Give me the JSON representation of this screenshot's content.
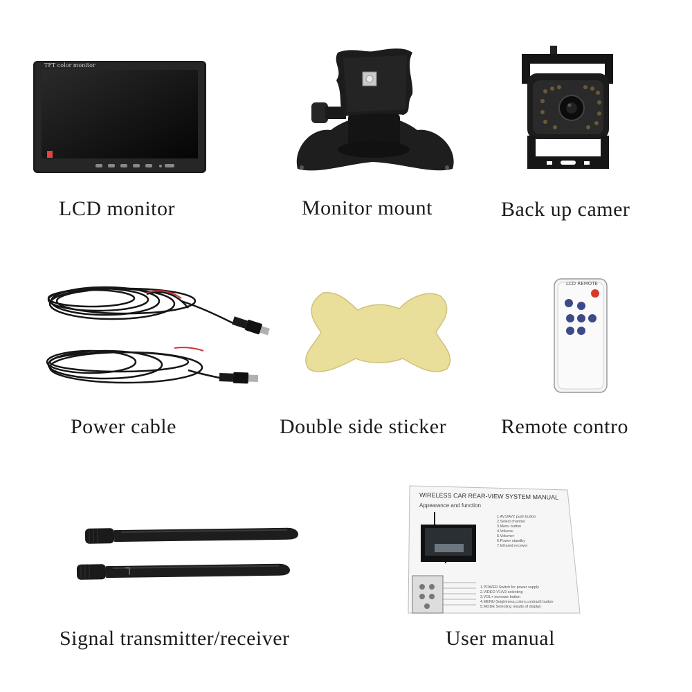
{
  "items": {
    "lcd_monitor": {
      "label": "LCD monitor",
      "screen_text": "TFT color monitor"
    },
    "monitor_mount": {
      "label": "Monitor mount"
    },
    "backup_camera": {
      "label": "Back up camer"
    },
    "power_cable": {
      "label": "Power cable"
    },
    "sticker": {
      "label": "Double side sticker",
      "color": "#e9de9a"
    },
    "remote": {
      "label": "Remote contro",
      "header_text": "LCD REMOTE"
    },
    "antennas": {
      "label": "Signal transmitter/receiver"
    },
    "manual": {
      "label": "User manual",
      "title": "WIRELESS CAR REAR-VIEW SYSTEM MANUAL",
      "subtitle": "Appearance and function",
      "list_top": [
        "1.AV1/AV2 push button",
        "2.Select channel",
        "3.Menu button",
        "4.Volume-",
        "5.Volume+",
        "6.Power standby",
        "7.Infrared receiver"
      ],
      "list_bottom": [
        "1.POWER Switch for power supply",
        "2.VIDEO V1/V2 selecting",
        "3.VOL+ increase button",
        "4.MENU (brightness,colors,contrast) button",
        "5.MODE Selecting results of display"
      ]
    }
  }
}
